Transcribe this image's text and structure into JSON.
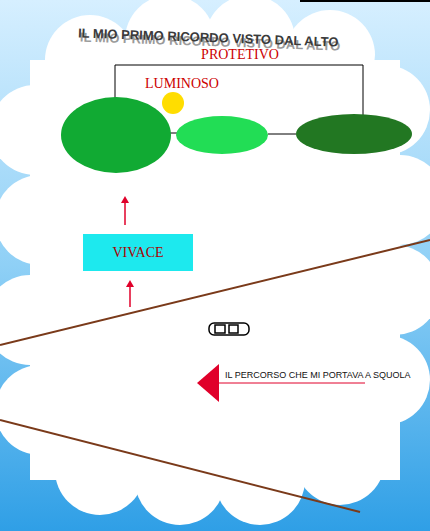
{
  "diagram": {
    "title": "IL MIO PRIMO RICORDO VISTO DAL ALTO",
    "nodes": [
      {
        "text": [
          "VIVACE"
        ]
      }
    ],
    "labels": [
      "PROTETIVO",
      "LUMINOSO",
      "IL PERCORSO CHE MI PORTAVA A SQUOLA"
    ]
  }
}
